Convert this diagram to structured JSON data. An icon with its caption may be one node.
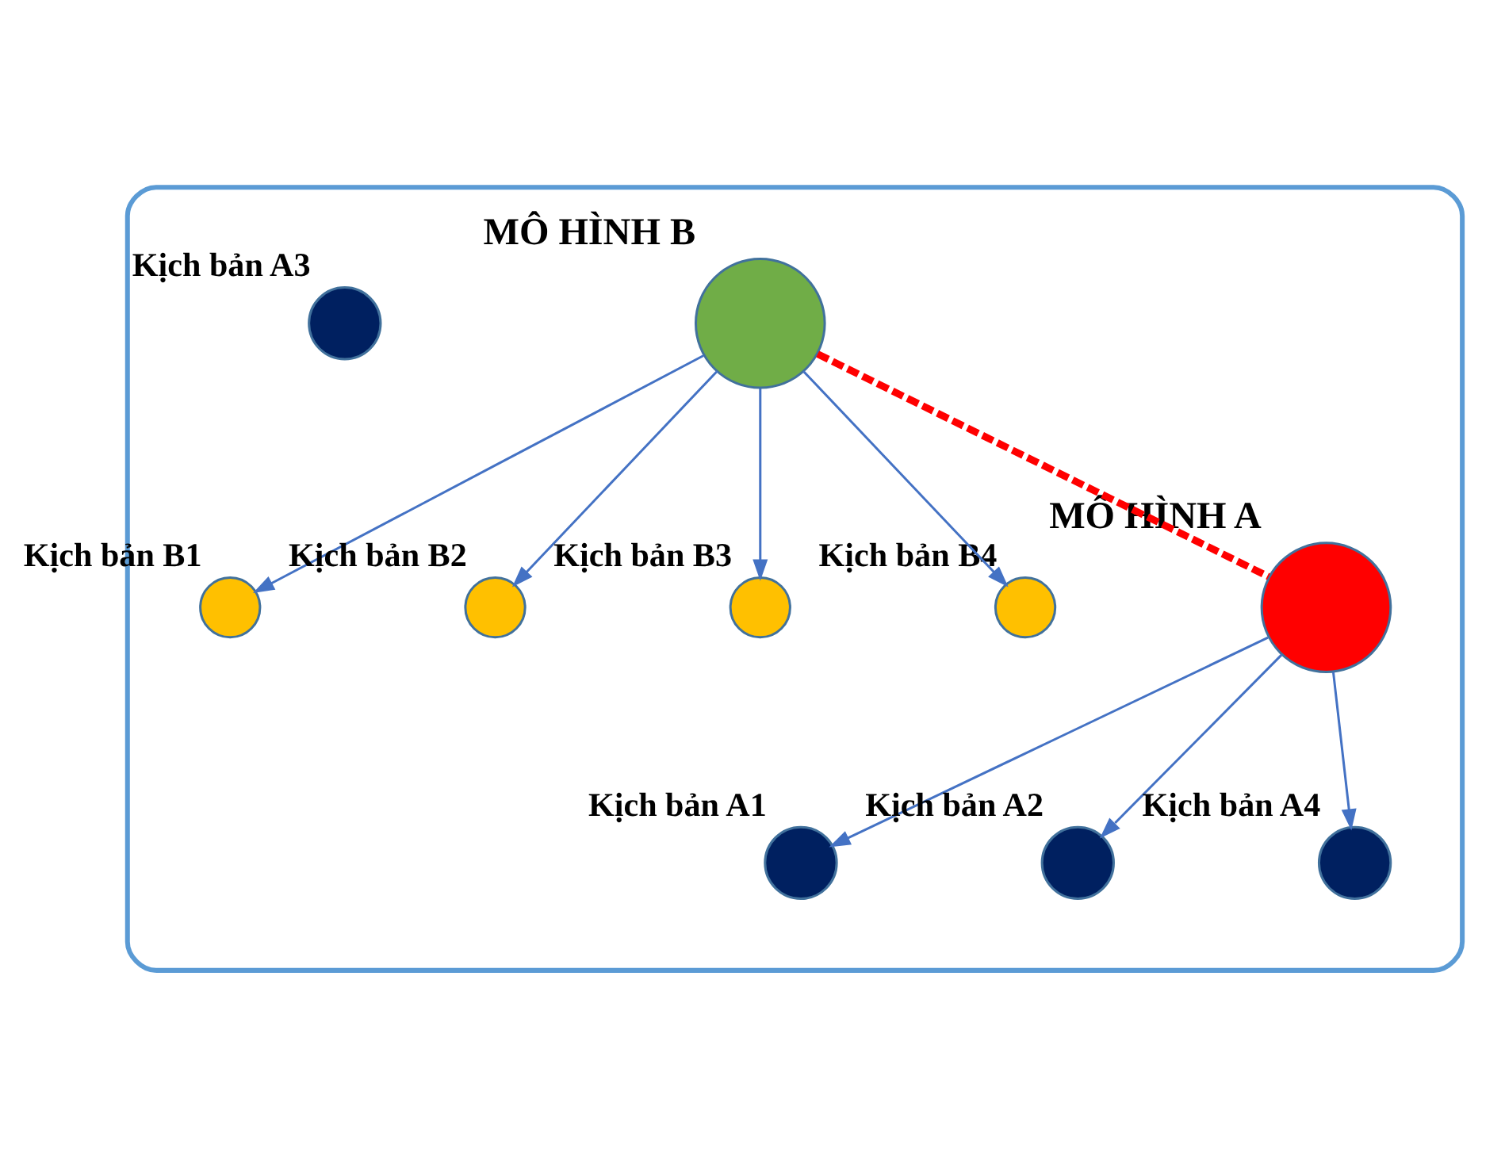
{
  "diagram": {
    "nodes": [
      {
        "text": [],
        "shape": "box"
      },
      {
        "text": [
          "MÔ HÌNH B"
        ],
        "in": 0
      },
      {
        "text": [
          "Kịch bản B1"
        ],
        "in": 0
      },
      {
        "text": [
          "Kịch bản B2"
        ],
        "in": 0
      },
      {
        "text": [
          "Kịch bản B3"
        ],
        "in": 0
      },
      {
        "text": [
          "Kịch bản B4"
        ],
        "in": 0
      },
      {
        "text": [
          "MÔ HÌNH A"
        ],
        "in": 0
      },
      {
        "text": [
          "Kịch bản A1"
        ],
        "in": 0
      },
      {
        "text": [
          "Kịch bản A2"
        ],
        "in": 0
      },
      {
        "text": [
          "Kịch bản A3"
        ],
        "in": 0
      },
      {
        "text": [
          "Kịch bản A4"
        ],
        "in": 0
      }
    ],
    "edges": [
      {
        "from": 1,
        "to": 2,
        "arrow": "to"
      },
      {
        "from": 1,
        "to": 3,
        "arrow": "to"
      },
      {
        "from": 1,
        "to": 4,
        "arrow": "to"
      },
      {
        "from": 1,
        "to": 5,
        "arrow": "to"
      },
      {
        "from": 1,
        "to": 6,
        "arrow": "none",
        "style": "dashed",
        "color": "#ff0000"
      },
      {
        "from": 6,
        "to": 7,
        "arrow": "to"
      },
      {
        "from": 6,
        "to": 8,
        "arrow": "to"
      },
      {
        "from": 6,
        "to": 10,
        "arrow": "to"
      }
    ]
  }
}
